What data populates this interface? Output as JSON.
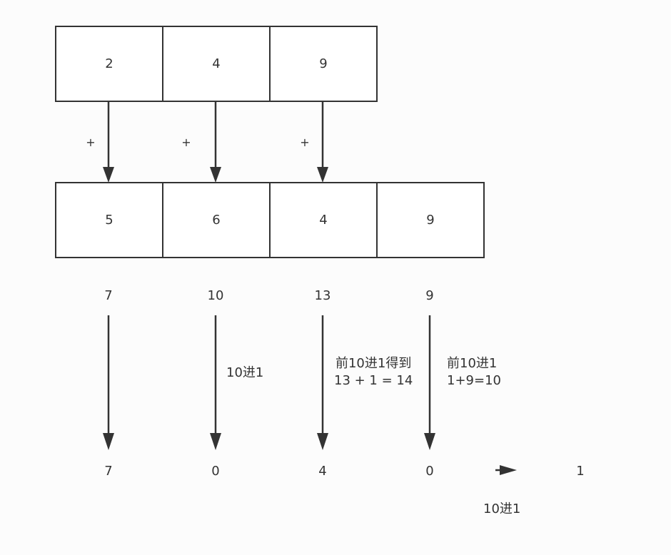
{
  "first_number": [
    "2",
    "4",
    "9"
  ],
  "second_number": [
    "5",
    "6",
    "4",
    "9"
  ],
  "plus_sign": "+",
  "column_sums": [
    "7",
    "10",
    "13",
    "9"
  ],
  "result_digits": [
    "7",
    "0",
    "4",
    "0"
  ],
  "final_carry_digit": "1",
  "notes": {
    "carry_col2": "10进1",
    "carry_col3_line1": "前10进1得到",
    "carry_col3_line2": "13 + 1 = 14",
    "carry_col4_line1": "前10进1",
    "carry_col4_line2": "1+9=10",
    "final_carry": "10进1"
  },
  "colors": {
    "stroke": "#333333",
    "background": "#fcfcfc",
    "cell_fill": "#ffffff"
  }
}
